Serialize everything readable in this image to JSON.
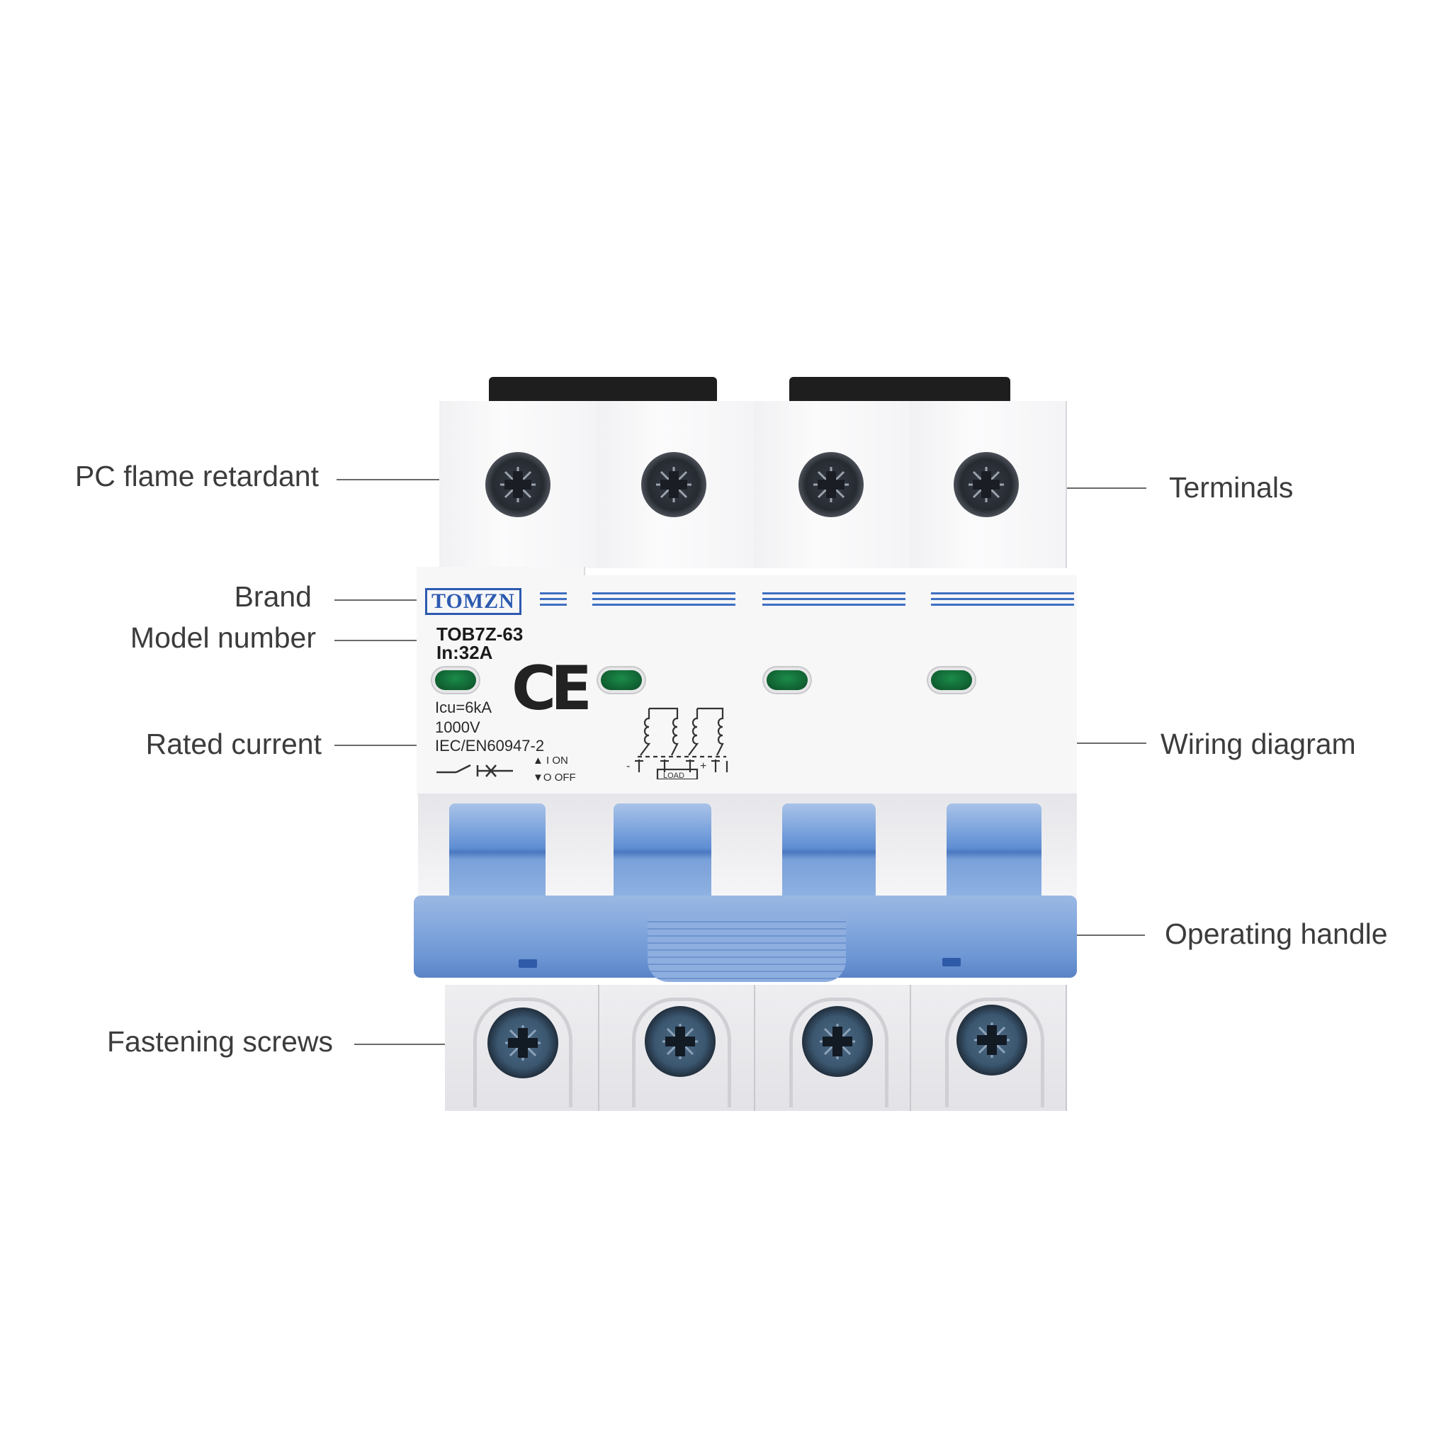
{
  "product": {
    "brand": "TOMZN",
    "model": "TOB7Z-63",
    "rated_current": "In:32A",
    "breaking_capacity": "Icu=6kA",
    "voltage": "1000V",
    "standard": "IEC/EN60947-2",
    "on_label": "I ON",
    "off_label": "O OFF",
    "certification_mark": "CE",
    "wiring_load_label": "LOAD",
    "wiring_minus": "-",
    "wiring_plus": "+",
    "poles": 4
  },
  "callouts": {
    "left": [
      {
        "label": "PC flame retardant"
      },
      {
        "label": "Brand"
      },
      {
        "label": "Model number"
      },
      {
        "label": "Rated current"
      },
      {
        "label": "Fastening screws"
      }
    ],
    "right": [
      {
        "label": "Terminals"
      },
      {
        "label": "Wiring diagram"
      },
      {
        "label": "Operating handle"
      }
    ]
  },
  "colors": {
    "handle_blue": "#7aa2dc",
    "brand_blue": "#2d5ab0",
    "led_green": "#1c8c4a",
    "cap_black": "#1e1e1e",
    "text_gray": "#3c3c3c"
  }
}
